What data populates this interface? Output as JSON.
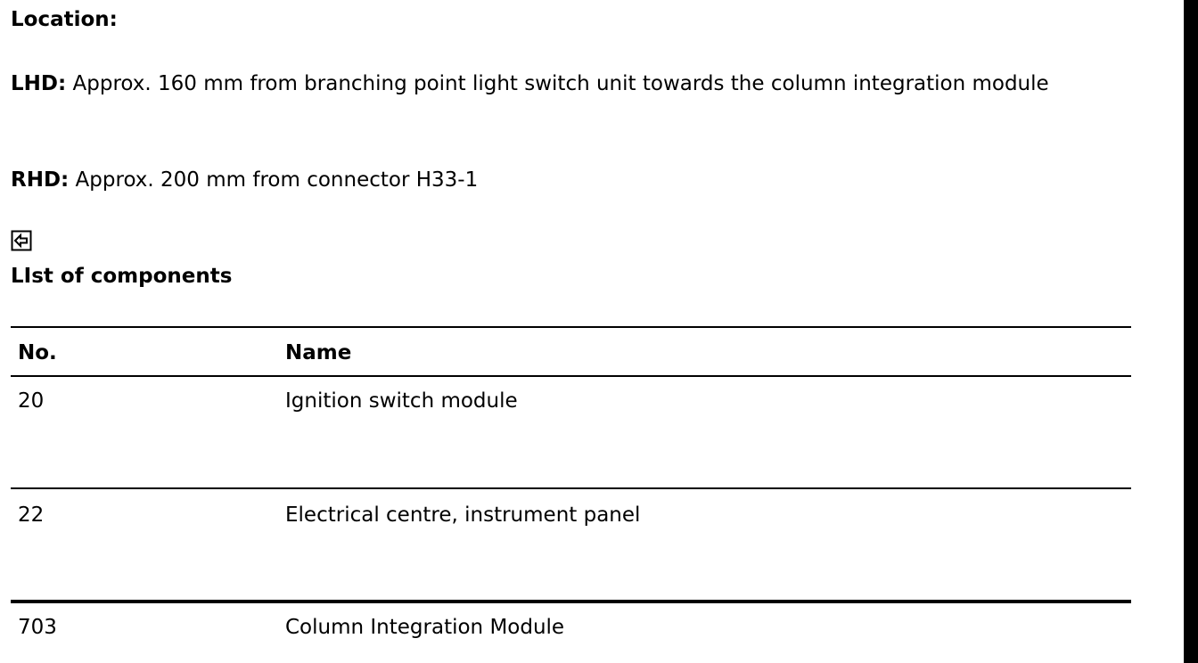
{
  "location": {
    "heading": "Location:"
  },
  "lhd": {
    "label": "LHD:",
    "text": " Approx. 160 mm from branching point light switch unit towards the column integration module"
  },
  "rhd": {
    "label": "RHD:",
    "text": " Approx. 200 mm from connector H33-1"
  },
  "back_icon": "back-arrow-icon",
  "components": {
    "heading": "LIst of components",
    "columns": [
      "No.",
      "Name"
    ],
    "rows": [
      {
        "no": "20",
        "name": "Ignition switch module"
      },
      {
        "no": "22",
        "name": "Electrical centre, instrument panel"
      },
      {
        "no": "703",
        "name": "Column Integration Module"
      }
    ]
  }
}
